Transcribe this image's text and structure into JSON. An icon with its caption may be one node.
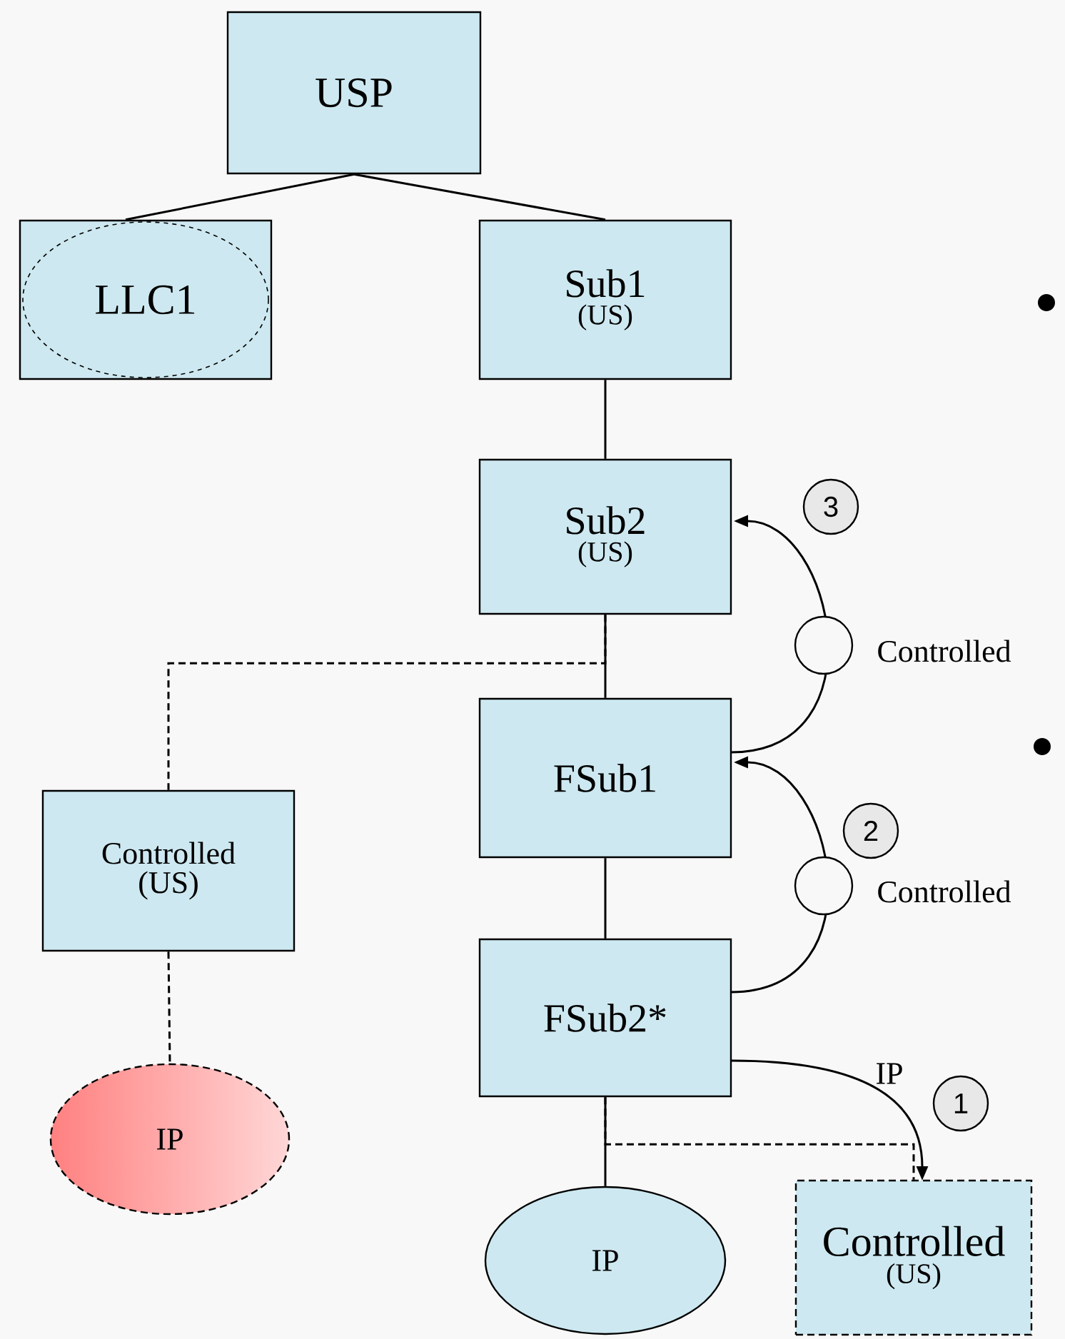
{
  "diagram": {
    "nodes": [
      {
        "text": [
          "USP"
        ]
      },
      {
        "text": [
          "LLC1"
        ]
      },
      {
        "text": [
          "Sub1",
          "(US)"
        ]
      },
      {
        "text": [
          "Sub2",
          "(US)"
        ]
      },
      {
        "text": [
          "FSub1"
        ]
      },
      {
        "text": [
          "FSub2*"
        ]
      },
      {
        "text": [
          "Controlled",
          "(US)"
        ]
      },
      {
        "text": [
          "IP"
        ]
      },
      {
        "text": [
          "IP"
        ]
      },
      {
        "text": [
          "Controlled",
          "(US)"
        ]
      }
    ],
    "edges": [
      {
        "from": 0,
        "to": 1,
        "arrow": "none"
      },
      {
        "from": 0,
        "to": 2,
        "arrow": "none"
      },
      {
        "from": 2,
        "to": 3,
        "arrow": "none"
      },
      {
        "from": 3,
        "to": 4,
        "arrow": "none"
      },
      {
        "from": 4,
        "to": 5,
        "arrow": "none"
      },
      {
        "from": 5,
        "to": 8,
        "arrow": "none"
      },
      {
        "from": 3,
        "to": 6,
        "arrow": "none",
        "style": "dashed"
      },
      {
        "from": 6,
        "to": 7,
        "arrow": "none",
        "style": "dashed"
      },
      {
        "from": 5,
        "to": 9,
        "arrow": "none",
        "style": "dashed"
      },
      {
        "from": 4,
        "to": 3,
        "arrow": "to",
        "label": "Controlled"
      },
      {
        "from": 5,
        "to": 4,
        "arrow": "to",
        "label": "Controlled"
      },
      {
        "from": 5,
        "to": 9,
        "arrow": "to",
        "label": "IP"
      }
    ],
    "labels": [
      "3",
      "2",
      "1"
    ]
  }
}
